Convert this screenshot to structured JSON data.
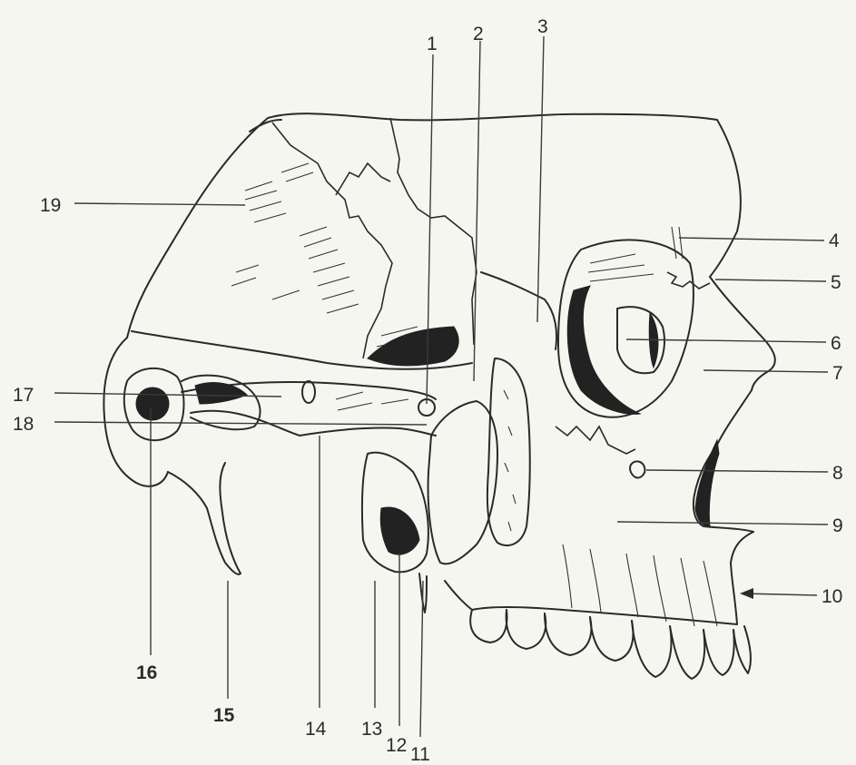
{
  "labels": {
    "l1": "1",
    "l2": "2",
    "l3": "3",
    "l4": "4",
    "l5": "5",
    "l6": "6",
    "l7": "7",
    "l8": "8",
    "l9": "9",
    "l10": "10",
    "l11": "11",
    "l12": "12",
    "l13": "13",
    "l14": "14",
    "l15": "15",
    "l16": "16",
    "l17": "17",
    "l18": "18",
    "l19": "19"
  },
  "colors": {
    "paper": "#f6f6f1",
    "ink": "#2a2a2a"
  }
}
